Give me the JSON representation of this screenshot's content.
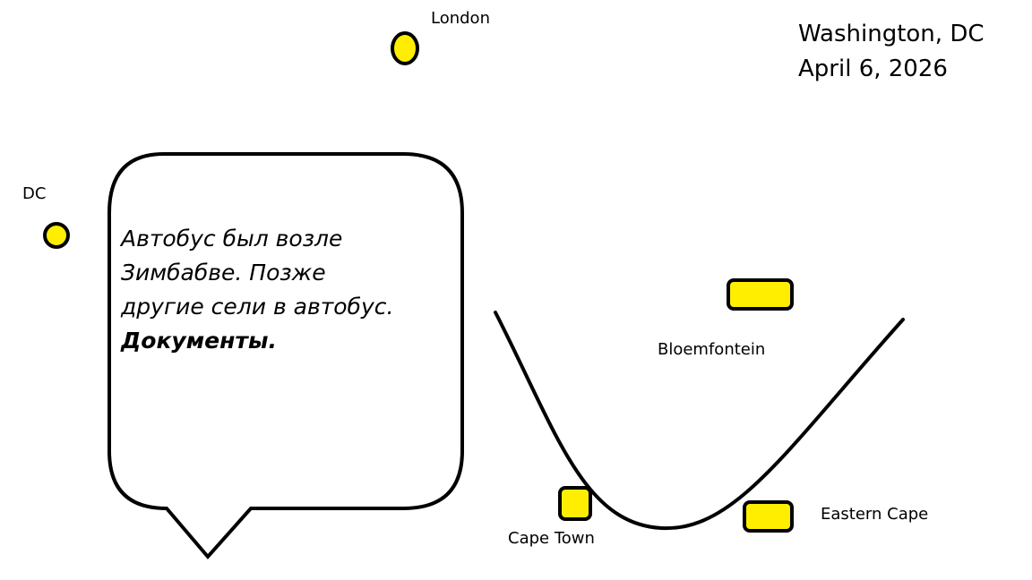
{
  "header": {
    "location": "Washington, DC",
    "date": "April 6, 2026"
  },
  "map_points": {
    "london": "London",
    "dc": "DC",
    "bloemfontein": "Bloemfontein",
    "cape_town": "Cape Town",
    "eastern_cape": "Eastern Cape"
  },
  "bubble": {
    "line1": "Автобус был возле",
    "line2": "Зимбабве. Позже",
    "line3": "другие сели в автобус.",
    "line4": "Документы."
  },
  "colors": {
    "marker_fill": "#ffee00",
    "outline": "#000000",
    "background": "#ffffff"
  },
  "icons": {
    "city_marker": "yellow-circle",
    "region_marker": "yellow-rounded-rectangle",
    "coast_line": "curved-line"
  }
}
